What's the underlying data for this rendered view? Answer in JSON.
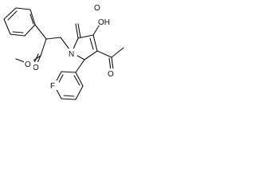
{
  "structure": {
    "labels": {
      "oxo": "O",
      "hydroxyl": "OH",
      "ring_nitrogen": "N",
      "ester_carbonyl_oxygen": "O",
      "ester_methoxy_oxygen": "O",
      "acetyl_oxygen": "O",
      "fluorine": "F"
    }
  }
}
